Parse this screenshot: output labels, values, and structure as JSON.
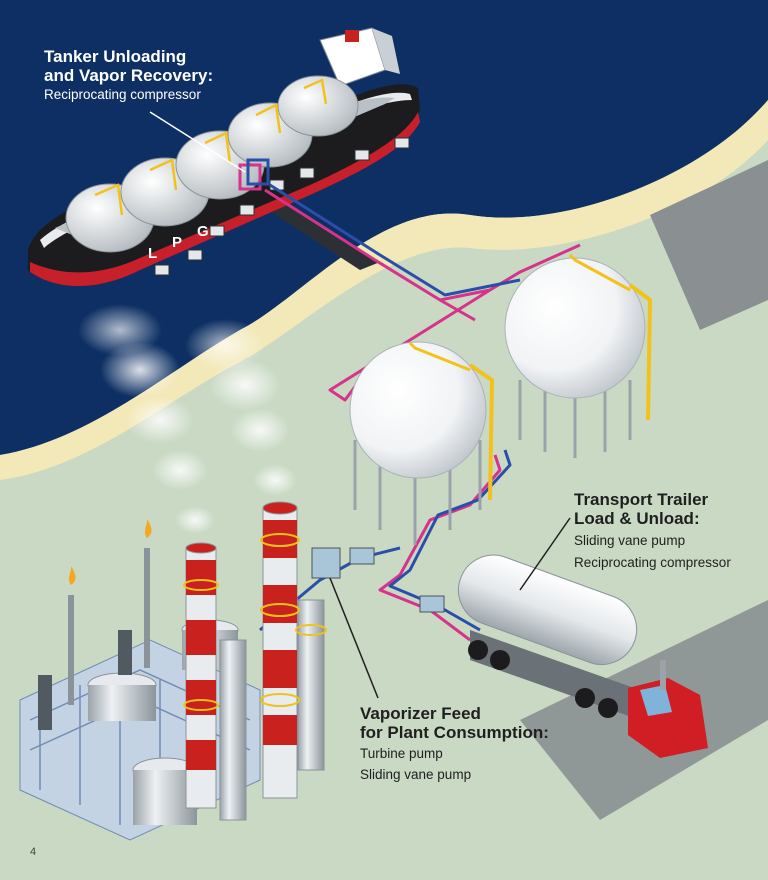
{
  "callouts": {
    "tanker": {
      "title_line1": "Tanker Unloading",
      "title_line2": "and Vapor Recovery:",
      "item1": "Reciprocating compressor"
    },
    "trailer": {
      "title_line1": "Transport Trailer",
      "title_line2": "Load & Unload:",
      "item1": "Sliding vane pump",
      "item2": "Reciprocating compressor"
    },
    "vaporizer": {
      "title_line1": "Vaporizer Feed",
      "title_line2": "for Plant Consumption:",
      "item1": "Turbine pump",
      "item2": "Sliding vane pump"
    }
  },
  "ship_lettering": [
    "L",
    "P",
    "G"
  ],
  "page_number": "4",
  "colors": {
    "sea": "#0d2f63",
    "sand": "#f2e8b8",
    "land": "#c9d9c4",
    "road": "#8a8f92",
    "pipe_liquid": "#2a4fa8",
    "pipe_vapor": "#d6338a",
    "stack_red": "#c9211e",
    "truck_red": "#d01e24",
    "ladder_yellow": "#f2c21b"
  }
}
